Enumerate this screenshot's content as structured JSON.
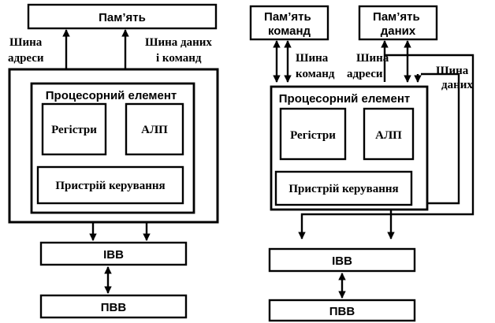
{
  "left": {
    "memory": "Пам’ять",
    "address_bus": [
      "Шина",
      "адреси"
    ],
    "data_cmd_bus": [
      "Шина даних",
      "і команд"
    ],
    "processor": "Процесорний елемент",
    "registers": "Регістри",
    "alu": "АЛП",
    "control_unit": "Пристрій керування",
    "ibb": "ІВВ",
    "pbb": "ПВВ"
  },
  "right": {
    "cmd_memory": [
      "Пам’ять",
      "команд"
    ],
    "data_memory": [
      "Пам’ять",
      "даних"
    ],
    "cmd_bus": [
      "Шина",
      "команд"
    ],
    "address_bus": [
      "Шина",
      "адреси"
    ],
    "data_bus": [
      "Шина",
      "даних"
    ],
    "processor": "Процесорний елемент",
    "registers": "Регістри",
    "alu": "АЛП",
    "control_unit": "Пристрій керування",
    "ibb": "ІВВ",
    "pbb": "ПВВ"
  }
}
